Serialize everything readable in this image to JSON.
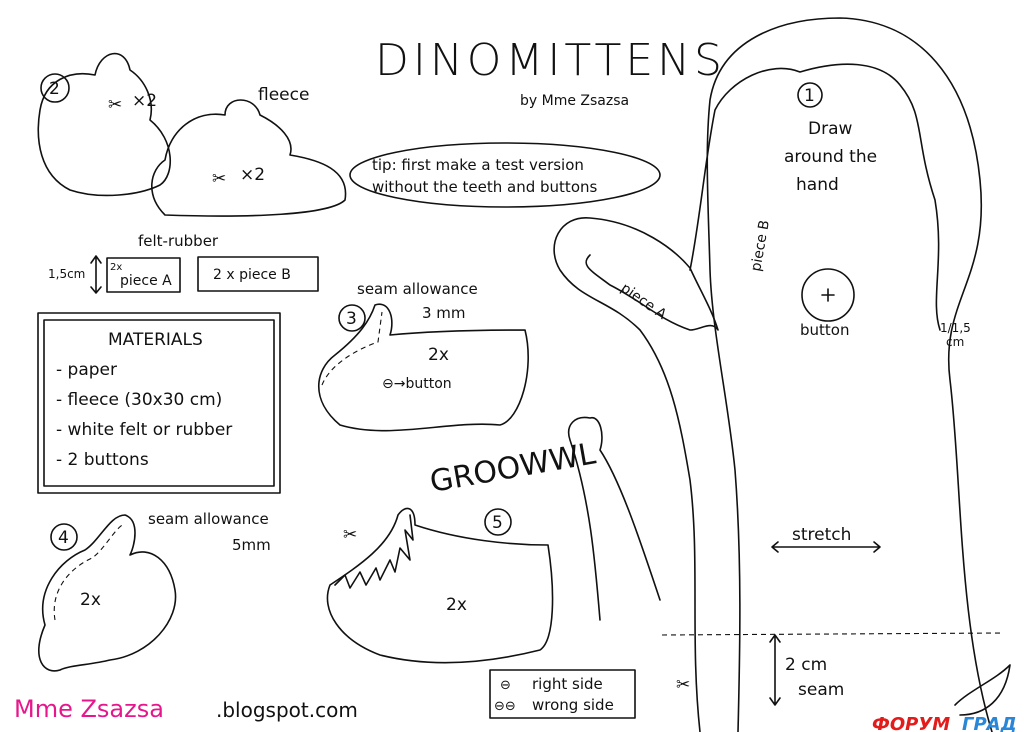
{
  "title": "DINOMITTENS",
  "byline": "by Mme Zsazsa",
  "tip": {
    "line1": "tip: first make a test version",
    "line2": "without the teeth and buttons"
  },
  "step2": {
    "number": "2",
    "fabric": "fleece",
    "count1": "×2",
    "count2": "×2"
  },
  "felt": {
    "label": "felt-rubber",
    "height": "1,5cm",
    "pieceA_count": "2x",
    "pieceA": "piece A",
    "pieceB": "2 x piece B"
  },
  "materials": {
    "heading": "MATERIALS",
    "items": [
      "- paper",
      "- fleece (30x30 cm)",
      "- white felt or rubber",
      "- 2 buttons"
    ]
  },
  "step3": {
    "number": "3",
    "seam": "seam allowance",
    "seam_value": "3 mm",
    "count": "2x",
    "button_note": "⊖→button"
  },
  "step4": {
    "number": "4",
    "seam": "seam allowance",
    "seam_value": "5mm",
    "count": "2x"
  },
  "step5": {
    "number": "5",
    "count": "2x"
  },
  "growl": "GROOWWL",
  "pattern": {
    "step1": "1",
    "draw1": "Draw",
    "draw2": "around the",
    "draw3": "hand",
    "pieceA": "piece A",
    "pieceB": "piece B",
    "button": "button",
    "width1": "1/1,5",
    "width2": "cm",
    "stretch": "stretch",
    "seam1": "2 cm",
    "seam2": "seam"
  },
  "legend": {
    "right": "right side",
    "wrong": "wrong side"
  },
  "brand": {
    "name": "Mme Zsazsa",
    "domain": ".blogspot.com"
  },
  "watermark": {
    "part1": "ФОРУМ",
    "part2": "ГРАД"
  }
}
